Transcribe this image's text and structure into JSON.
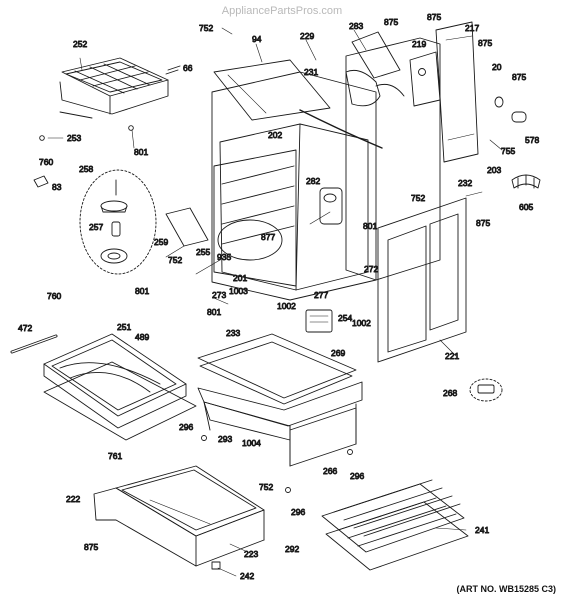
{
  "watermark": "AppliancePartsPros.com",
  "art_number": "(ART NO. WB15285 C3)",
  "callouts": [
    {
      "label": "752"
    },
    {
      "label": "94"
    },
    {
      "label": "229"
    },
    {
      "label": "283"
    },
    {
      "label": "875"
    },
    {
      "label": "875"
    },
    {
      "label": "219"
    },
    {
      "label": "217"
    },
    {
      "label": "875"
    },
    {
      "label": "20"
    },
    {
      "label": "875"
    },
    {
      "label": "252"
    },
    {
      "label": "66"
    },
    {
      "label": "231"
    },
    {
      "label": "578"
    },
    {
      "label": "253"
    },
    {
      "label": "801"
    },
    {
      "label": "760"
    },
    {
      "label": "202"
    },
    {
      "label": "755"
    },
    {
      "label": "203"
    },
    {
      "label": "232"
    },
    {
      "label": "83"
    },
    {
      "label": "258"
    },
    {
      "label": "282"
    },
    {
      "label": "605"
    },
    {
      "label": "752"
    },
    {
      "label": "875"
    },
    {
      "label": "801"
    },
    {
      "label": "257"
    },
    {
      "label": "877"
    },
    {
      "label": "259"
    },
    {
      "label": "935"
    },
    {
      "label": "255"
    },
    {
      "label": "752"
    },
    {
      "label": "201"
    },
    {
      "label": "272"
    },
    {
      "label": "801"
    },
    {
      "label": "1003"
    },
    {
      "label": "277"
    },
    {
      "label": "273"
    },
    {
      "label": "760"
    },
    {
      "label": "801"
    },
    {
      "label": "1002"
    },
    {
      "label": "254"
    },
    {
      "label": "1002"
    },
    {
      "label": "472"
    },
    {
      "label": "251"
    },
    {
      "label": "489"
    },
    {
      "label": "233"
    },
    {
      "label": "269"
    },
    {
      "label": "221"
    },
    {
      "label": "268"
    },
    {
      "label": "296"
    },
    {
      "label": "293"
    },
    {
      "label": "1004"
    },
    {
      "label": "761"
    },
    {
      "label": "266"
    },
    {
      "label": "296"
    },
    {
      "label": "752"
    },
    {
      "label": "222"
    },
    {
      "label": "296"
    },
    {
      "label": "241"
    },
    {
      "label": "875"
    },
    {
      "label": "223"
    },
    {
      "label": "292"
    },
    {
      "label": "242"
    }
  ]
}
